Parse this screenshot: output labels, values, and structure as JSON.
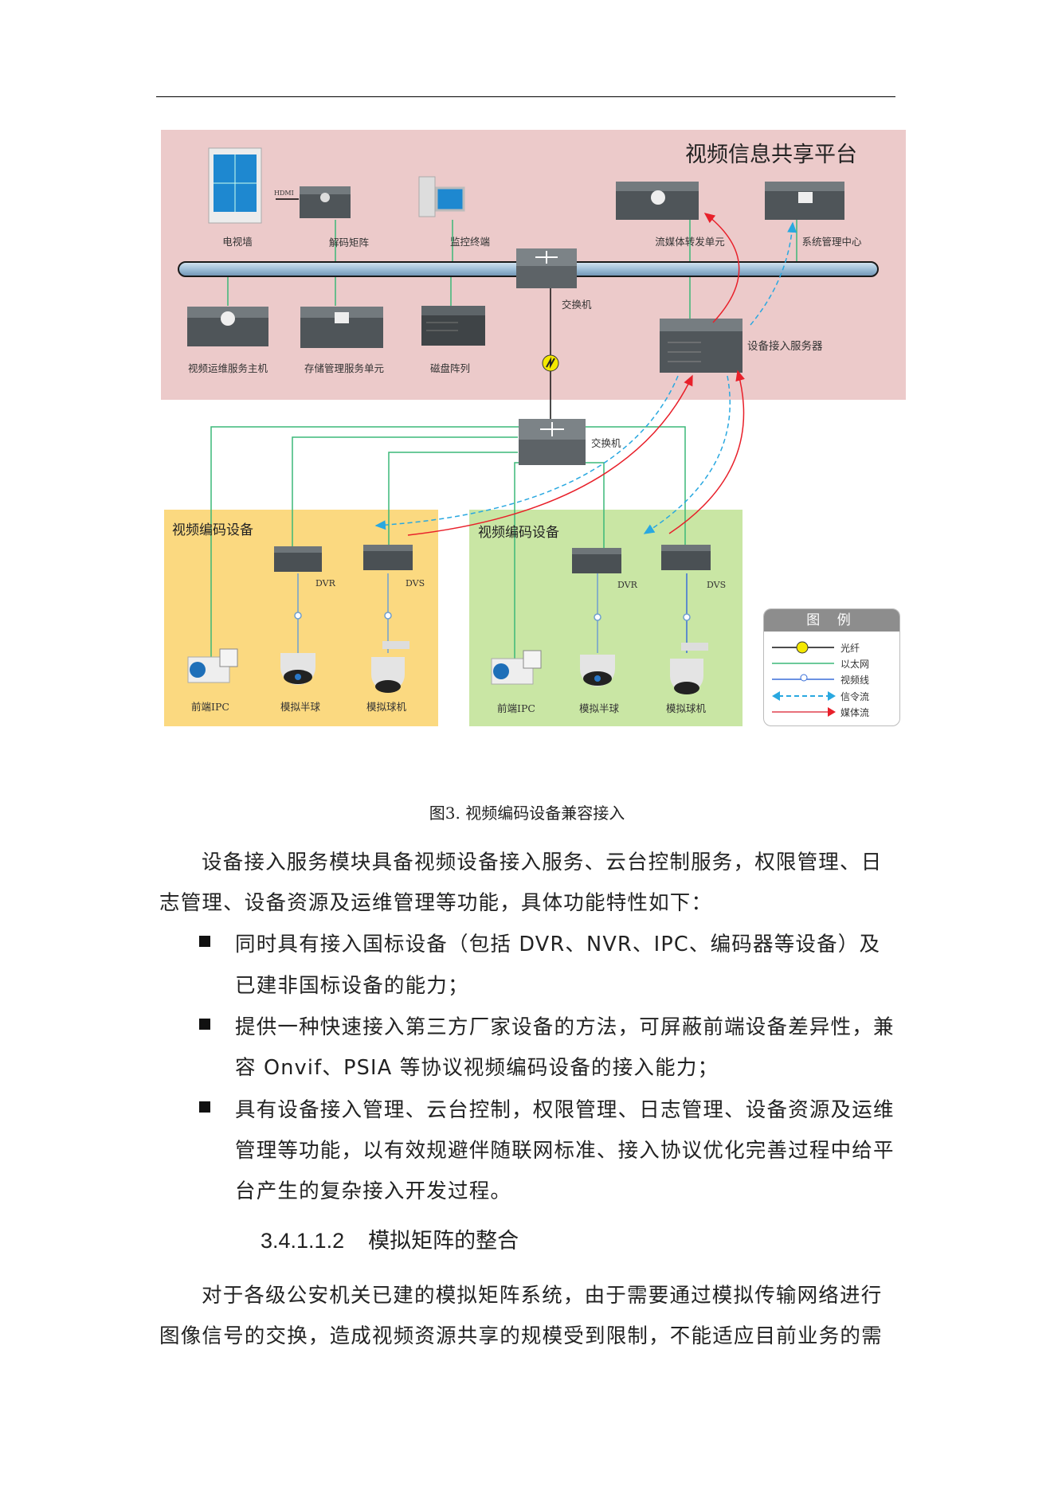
{
  "diagram": {
    "platform_title": "视频信息共享平台",
    "top_devices": {
      "tv_wall": "电视墙",
      "hdmi": "HDMI",
      "decode_matrix": "解码矩阵",
      "monitor_terminal": "监控终端",
      "stream_forward": "流媒体转发单元",
      "system_mgmt": "系统管理中心"
    },
    "switch_label": "交换机",
    "bottom_devices": {
      "ops_host": "视频运维服务主机",
      "storage_mgmt": "存储管理服务单元",
      "disk_array": "磁盘阵列",
      "access_server": "设备接入服务器"
    },
    "switch2_label": "交换机",
    "encoder_groups": [
      {
        "title": "视频编码设备",
        "dvr": "DVR",
        "dvs": "DVS",
        "ipc": "前端IPC",
        "dome": "模拟半球",
        "ptz": "模拟球机"
      },
      {
        "title": "视频编码设备",
        "dvr": "DVR",
        "dvs": "DVS",
        "ipc": "前端IPC",
        "dome": "模拟半球",
        "ptz": "模拟球机"
      }
    ],
    "legend": {
      "title": "图 例",
      "items": [
        "光纤",
        "以太网",
        "视频线",
        "信令流",
        "媒体流"
      ]
    },
    "colors": {
      "platform_bg": "#eccaca",
      "group1_bg": "#fbd980",
      "group2_bg": "#c9e6a4",
      "ethernet": "#3cb878",
      "signal": "#29a8e0",
      "media": "#e8202a"
    }
  },
  "caption": "图3. 视频编码设备兼容接入",
  "intro_lines": [
    "设备接入服务模块具备视频设备接入服务、云台控制服务，权限管理、日",
    "志管理、设备资源及运维管理等功能，具体功能特性如下："
  ],
  "bullets": [
    [
      "同时具有接入国标设备（包括 DVR、NVR、IPC、编码器等设备）及",
      "已建非国标设备的能力；"
    ],
    [
      "提供一种快速接入第三方厂家设备的方法，可屏蔽前端设备差异性，兼",
      "容 Onvif、PSIA 等协议视频编码设备的接入能力；"
    ],
    [
      "具有设备接入管理、云台控制，权限管理、日志管理、设备资源及运维",
      "管理等功能，以有效规避伴随联网标准、接入协议优化完善过程中给平",
      "台产生的复杂接入开发过程。"
    ]
  ],
  "section": {
    "number": "3.4.1.1.2",
    "title": "模拟矩阵的整合"
  },
  "outro_lines": [
    "对于各级公安机关已建的模拟矩阵系统，由于需要通过模拟传输网络进行",
    "图像信号的交换，造成视频资源共享的规模受到限制，不能适应目前业务的需"
  ]
}
